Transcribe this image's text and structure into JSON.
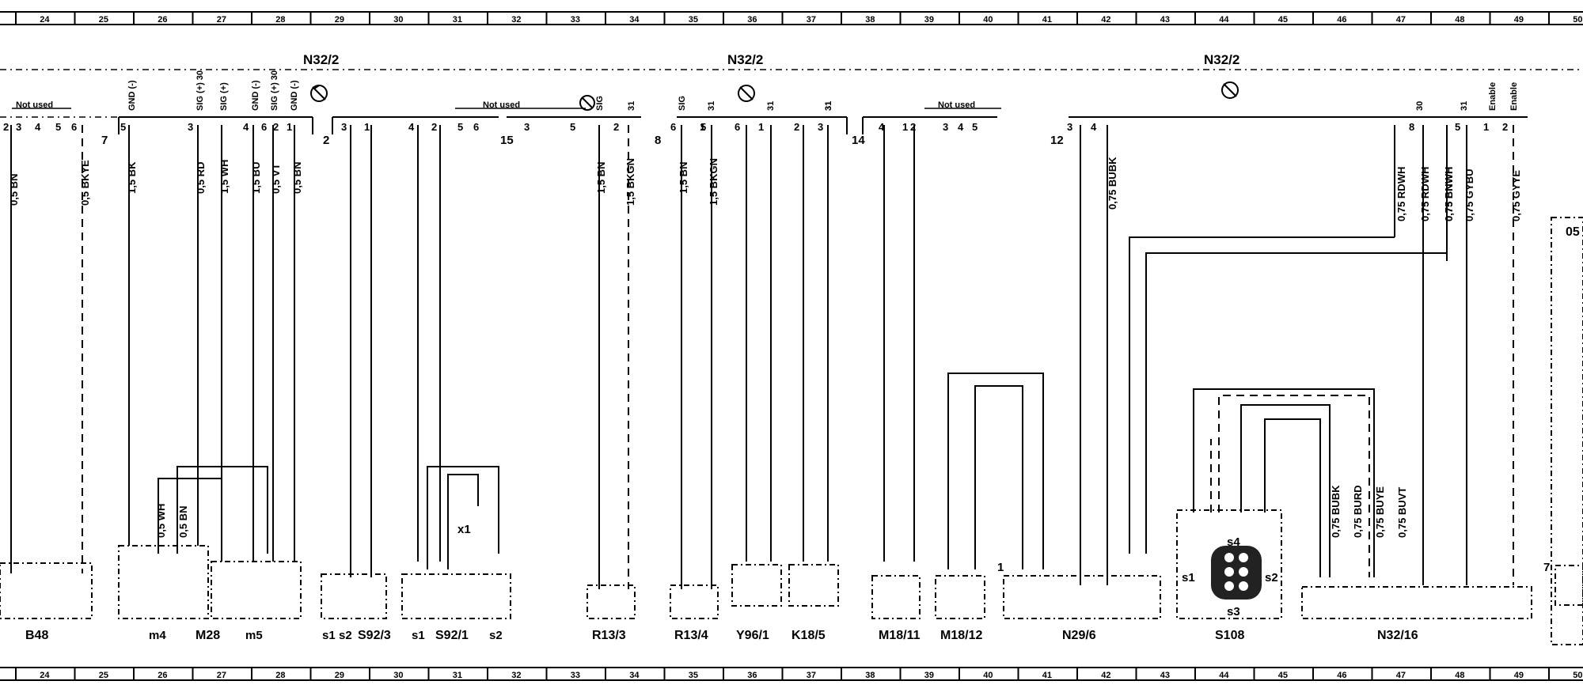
{
  "ruler": {
    "numbers": [
      "24",
      "25",
      "26",
      "27",
      "28",
      "29",
      "30",
      "31",
      "32",
      "33",
      "34",
      "35",
      "36",
      "37",
      "38",
      "39",
      "40",
      "41",
      "42",
      "43",
      "44",
      "45",
      "46",
      "47",
      "48",
      "49",
      "50"
    ]
  },
  "group_labels": [
    "N32/2",
    "N32/2",
    "N32/2"
  ],
  "not_used": [
    "Not used",
    "Not used",
    "Not used"
  ],
  "connector_numbers": [
    "7",
    "2",
    "15",
    "8",
    "14",
    "12",
    "1",
    "7"
  ],
  "pin_labels": [
    "2",
    "3",
    "4",
    "5",
    "6",
    "5",
    "3",
    "4",
    "6",
    "2",
    "1",
    "3",
    "1",
    "4",
    "2",
    "5",
    "6",
    "3",
    "5",
    "6",
    "1",
    "2",
    "5",
    "6",
    "1",
    "2",
    "3",
    "4",
    "1",
    "2",
    "3",
    "4",
    "5",
    "3",
    "4",
    "8",
    "5",
    "1",
    "2"
  ],
  "signal_labels": [
    "GND (-)",
    "SIG (+) 30",
    "SIG (+)",
    "GND (-)",
    "SIG (+) 30",
    "GND (-)",
    "SIG",
    "31",
    "SIG",
    "31",
    "31",
    "31",
    "31",
    "30",
    "31",
    "Enable",
    "Enable"
  ],
  "wires": [
    "0,5 BN",
    "0,5 BKYE",
    "1,5 BK",
    "0,5 RD",
    "1,5 WH",
    "1,5 BU",
    "0,5 VT",
    "0,5 BN",
    "1,5 BN",
    "1,5 BKGN",
    "1,5 BN",
    "1,5 BKGN",
    "0,75 BUBK",
    "0,75 RDWH",
    "0,75 RDWH",
    "0,75 BNWH",
    "0,75 BNWH",
    "0,75 GYBU",
    "0,75 GYYE",
    "0,5 WH",
    "0,5 BN",
    "0,75 BUBK",
    "0,75 BURD",
    "0,75 BUYE",
    "0,75 BUVT"
  ],
  "components": [
    "B48",
    "M28",
    "S92/3",
    "S92/1",
    "R13/3",
    "R13/4",
    "Y96/1",
    "K18/5",
    "M18/11",
    "M18/12",
    "N29/6",
    "S108",
    "N32/16"
  ],
  "sub_labels": [
    "m4",
    "m5",
    "s1",
    "s2",
    "s1",
    "s2",
    "x1",
    "s1",
    "s2",
    "s3",
    "s4"
  ],
  "partial_label": "05",
  "colors": {
    "ink": "#000000",
    "paper": "#ffffff"
  }
}
